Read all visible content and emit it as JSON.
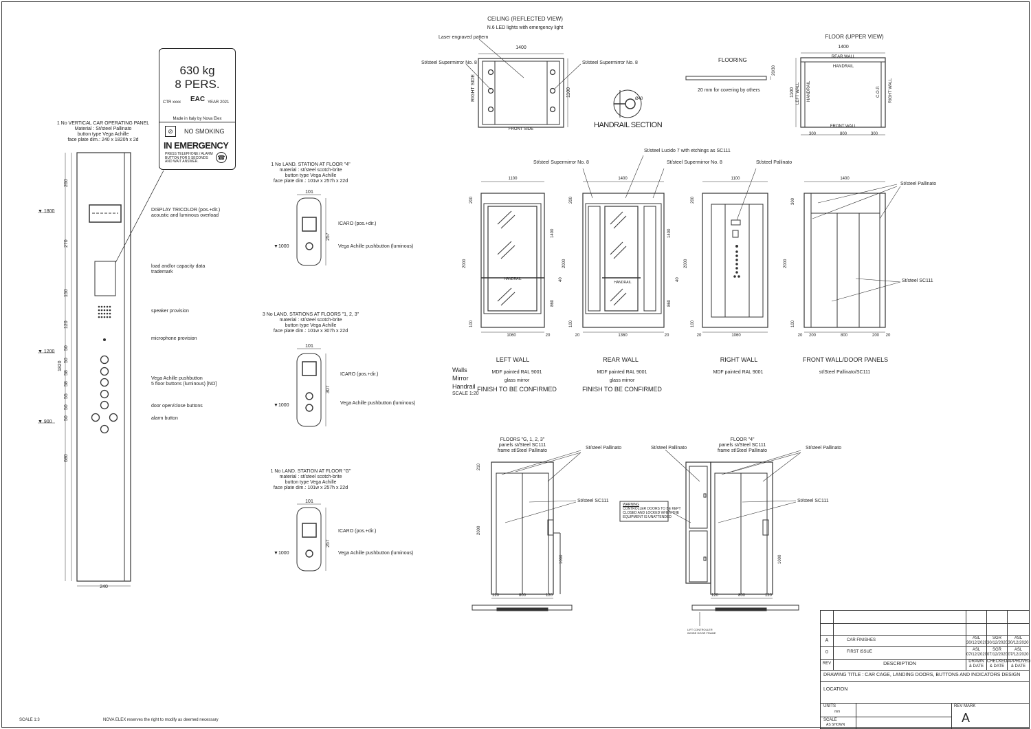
{
  "car_panel": {
    "heading": [
      "1 No VERTICAL CAR OPERATING PANEL",
      "Material : St/steel Pallinato",
      "button type Vega Achille",
      "face plate dim.:  240  x  1820h x  2d"
    ],
    "dims_left": [
      "260",
      "270",
      "150",
      "120",
      "1820"
    ],
    "dims_small": [
      "50",
      "50",
      "58",
      "58",
      "55",
      "50",
      "50"
    ],
    "dim_bottom_height": "680",
    "width_label": "240",
    "levels": [
      "1800",
      "1200",
      "900"
    ],
    "labels": {
      "display": "DISPLAY TRICOLOR  (pos.+dir.)",
      "display2": "acoustic and luminous overload",
      "load": "load and/or capacity data",
      "load2": "trademark",
      "speaker": "speaker provision",
      "microphone": "microphone provision",
      "pushbutton": "Vega Achille pushbutton",
      "pushbutton2": "5 floor buttons (luminous) [NO]",
      "door": "door open/close buttons",
      "alarm": "alarm button"
    }
  },
  "capacity_plate": {
    "load": "630 kg",
    "persons": "8 PERS.",
    "ctr": "CTR xxxx",
    "eac": "EAC",
    "year": "YEAR 2021",
    "made": "Made in Italy by Nova Elex",
    "no_smoking": "NO SMOKING",
    "emergency": "IN EMERGENCY",
    "instructions": [
      "PRESS TELEPHONE / ALARM",
      "BUTTON FOR 5 SECONDS",
      "AND WAIT ANSWER."
    ]
  },
  "landing_stations": [
    {
      "title": [
        "1 No LAND. STATION AT FLOOR \"4\"",
        "material : st/steel scotch-brite",
        "button type Vega Achille",
        "face plate dim.:  101w x  257h x  22d"
      ],
      "width": "101",
      "height": "257",
      "level": "1000",
      "icaro": "ICARO (pos.+dir.)",
      "push": "Vega Achille pushbutton (luminous)"
    },
    {
      "title": [
        "3 No LAND. STATIONS AT FLOORS \"1, 2, 3\"",
        "material : st/steel scotch-brite",
        "button type Vega Achille",
        "face plate dim.:  101w x  307h x  22d"
      ],
      "width": "101",
      "height": "307",
      "level": "1000",
      "icaro": "ICARO (pos.+dir.)",
      "push": "Vega Achille pushbutton (luminous)"
    },
    {
      "title": [
        "1 No LAND. STATION AT FLOOR \"G\"",
        "material : st/steel scotch-brite",
        "button type Vega Achille",
        "face plate dim.:  101w x  257h x  22d"
      ],
      "width": "101",
      "height": "257",
      "level": "1000",
      "icaro": "ICARO (pos.+dir.)",
      "push": "Vega Achille pushbutton (luminous)"
    }
  ],
  "ceiling": {
    "title": "CEILING (REFLECTED VIEW)",
    "subtitle": "N.6 LED lights with emergency light",
    "laser": "Laser engraved pattern",
    "width": "1400",
    "depth": "1100",
    "mirror_left": "St/steel Supermirror No. 8",
    "mirror_right": "St/steel Supermirror No. 8",
    "right_side": "RIGHT SIDE",
    "front_side": "FRONT SIDE"
  },
  "handrail": {
    "title": "HANDRAIL SECTION",
    "dim": "Ø40"
  },
  "flooring": {
    "title": "FLOORING",
    "thickness": "20/30",
    "note": "20 mm for covering by others"
  },
  "floor_view": {
    "title": "FLOOR (UPPER VIEW)",
    "width": "1400",
    "depth": "1100",
    "rear": "REAR WALL",
    "handrail_top": "HANDRAIL",
    "handrail_left": "HANDRAIL",
    "left": "LEFT WALL",
    "cop": "C.O.P.",
    "right": "RIGHT WALL",
    "front": "FRONT WALL",
    "segments": [
      "300",
      "800",
      "300"
    ]
  },
  "walls": {
    "lucido": "St/steel Lucido 7 with etchings as SC111",
    "mirror_l": "St/steel Supermirror No. 8",
    "mirror_r": "St/steel Supermirror No. 8",
    "pallinato": "St/steel Pallinato",
    "pallinato2": "St/steel Pallinato",
    "sc111": "St/steel SC111",
    "handrail": "HANDRAIL",
    "handrail2": "HANDRAIL",
    "h2000": "2000",
    "w1100": "1100",
    "w1400": "1400",
    "w1060": "1060",
    "w1360": "1360",
    "d1400": "1400",
    "d860": "860",
    "d200": "200",
    "d100": "100",
    "d40": "40",
    "d20": "20",
    "d300": "300",
    "w200": "200",
    "w800": "800",
    "names": [
      "LEFT WALL",
      "REAR WALL",
      "RIGHT WALL",
      "FRONT WALL/DOOR PANELS"
    ],
    "legend_keys": [
      "Walls",
      "Mirror",
      "Handrail",
      "SCALE 1:20"
    ],
    "left_spec": [
      "MDF painted RAL 9001",
      "glass mirror",
      "FINISH TO BE CONFIRMED"
    ],
    "rear_spec": [
      "MDF painted RAL 9001",
      "glass mirror",
      "FINISH TO BE CONFIRMED"
    ],
    "right_spec": [
      "MDF painted RAL 9001"
    ],
    "front_spec": [
      "st/Steel Pallinato/SC111"
    ]
  },
  "doors": {
    "left_title": [
      "FLOORS \"G, 1, 2, 3\"",
      "panels st/Steel SC111",
      "frame st/Steel Pallinato"
    ],
    "right_title": [
      "FLOOR \"4\"",
      "panels st/Steel SC111",
      "frame st/Steel Pallinato"
    ],
    "pallinato": "St/steel Pallinato",
    "sc111": "St/steel SC111",
    "pallinato_left": "St/steel Pallinato",
    "h210": "210",
    "h2000": "2000",
    "h1000": "1000",
    "b120": "120",
    "b800": "800",
    "warning_title": "WARNING",
    "warning": [
      "CONTROLLER DOORS TO BE KEPT",
      "CLOSED AND LOCKED WHEN THE",
      "EQUIPMENT IS UNATTENDED"
    ],
    "lift_controller": [
      "LIFT CONTROLLER",
      "INSIDE DOOR FRAME"
    ]
  },
  "title_block": {
    "rev_a": "A",
    "rev_a_desc": "CAR FINISHES",
    "rev_0": "0",
    "rev_0_desc": "FIRST ISSUE",
    "rev_a_drawn": [
      "ASL",
      "30/12/2020"
    ],
    "rev_a_checked": [
      "SGR",
      "30/12/2020"
    ],
    "rev_a_approved": [
      "ASL",
      "30/12/2020"
    ],
    "rev_0_drawn": [
      "ASL",
      "07/12/2020"
    ],
    "rev_0_checked": [
      "SGR",
      "07/12/2020"
    ],
    "rev_0_approved": [
      "ASL",
      "07/12/2020"
    ],
    "rev": "REV",
    "description": "DESCRIPTION",
    "drawn": [
      "DRAWN",
      "& DATE"
    ],
    "checked": [
      "CHECKED",
      "& DATE"
    ],
    "approved": [
      "APPROVED",
      "& DATE"
    ],
    "drawing_title": "DRAWING TITLE : CAR CAGE, LANDING DOORS, BUTTONS AND INDICATORS DESIGN",
    "location": "LOCATION",
    "units": "UNITS",
    "units_val": "mm",
    "scale": "SCALE",
    "scale_val": "AS SHOWN",
    "rev_mark": "REV MARK",
    "rev_mark_val": "A"
  },
  "footer": {
    "scale": "SCALE 1:3",
    "rights": "NOVA ELEX reserves the right to modify as deemed necessary"
  }
}
